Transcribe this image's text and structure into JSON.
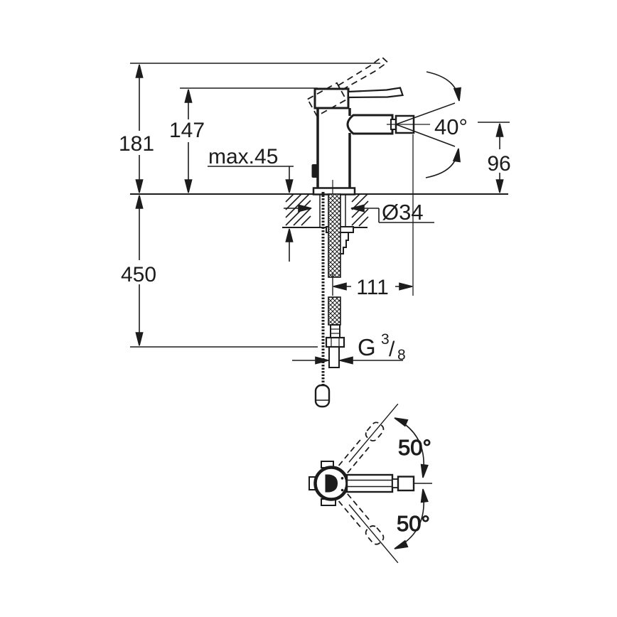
{
  "drawing": {
    "type": "technical-installation-drawing",
    "subject": "single-lever bidet mixer with pop-up rod, front view and plan view",
    "ink_color": "#1c1c1c",
    "background_color": "#ffffff"
  },
  "front_view": {
    "labels": {
      "overall_height": "181",
      "spout_height": "147",
      "max_deck_thickness": "max.45",
      "aerator_angle": "40°",
      "outlet_height": "96",
      "hole_diameter": "Ø34",
      "supply_height": "450",
      "reach": "111",
      "thread": {
        "prefix": "G",
        "numerator": "3",
        "slash": "/",
        "denominator": "8"
      }
    }
  },
  "plan_view": {
    "labels": {
      "swivel_upper": "50°",
      "swivel_lower": "50°"
    }
  }
}
